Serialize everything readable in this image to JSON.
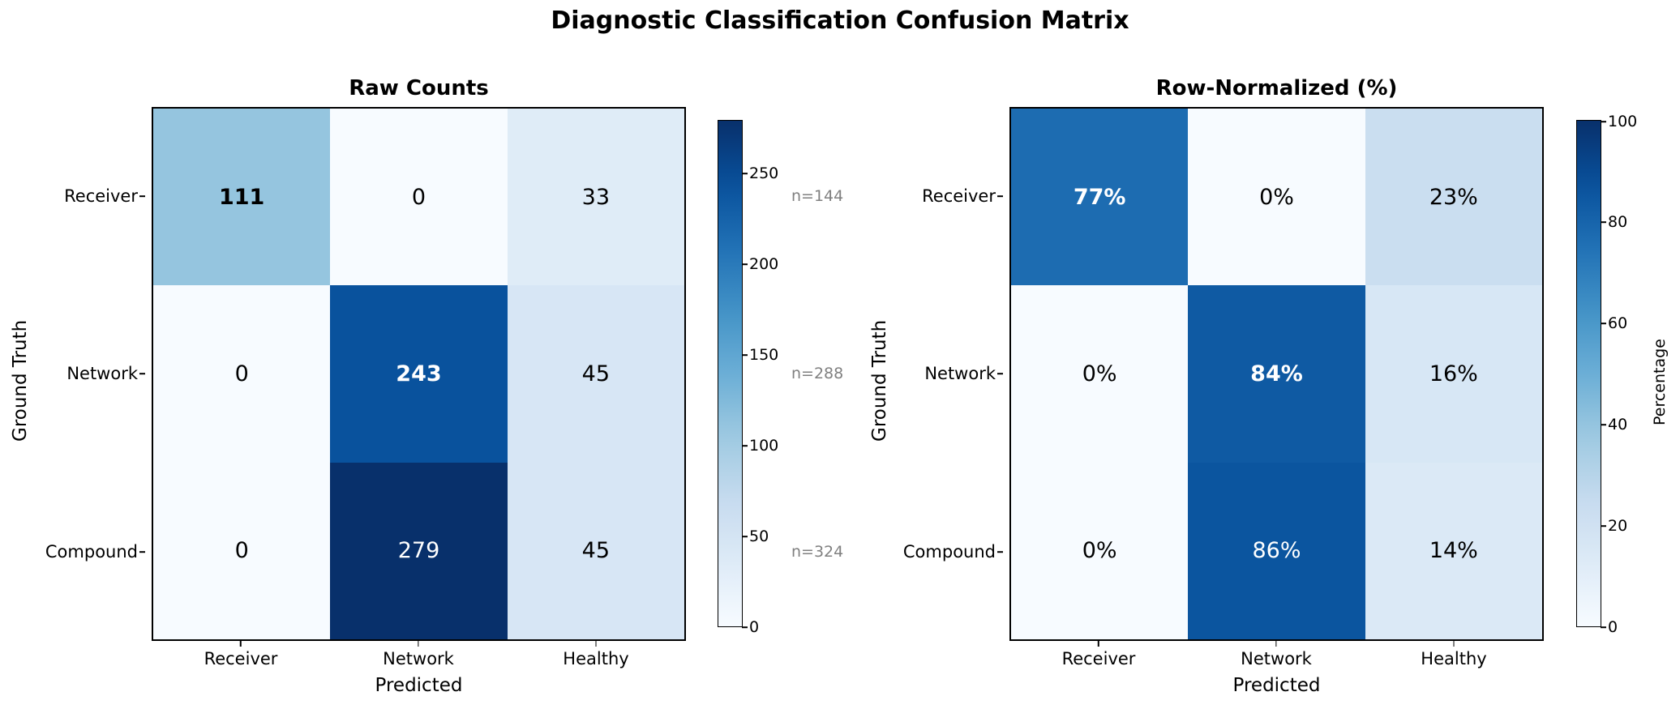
{
  "figure": {
    "suptitle": "Diagnostic Classification Confusion Matrix"
  },
  "chart_data": [
    {
      "type": "heatmap",
      "title": "Raw Counts",
      "xlabel": "Predicted",
      "ylabel": "Ground Truth",
      "x_categories": [
        "Receiver",
        "Network",
        "Healthy"
      ],
      "y_categories": [
        "Receiver",
        "Network",
        "Compound"
      ],
      "values": [
        [
          111,
          0,
          33
        ],
        [
          0,
          243,
          45
        ],
        [
          0,
          279,
          45
        ]
      ],
      "cell_text": [
        [
          "111",
          "0",
          "33"
        ],
        [
          "0",
          "243",
          "45"
        ],
        [
          "0",
          "279",
          "45"
        ]
      ],
      "cell_fill": [
        [
          "#8fbfdf",
          "#f5f9fe",
          "#dfeaf6"
        ],
        [
          "#f7fbff",
          "#09539d",
          "#d9e7f5"
        ],
        [
          "#f7fbff",
          "#0b306e",
          "#d9e7f5"
        ]
      ],
      "cell_color": [
        [
          "#000000",
          "#000000",
          "#000000"
        ],
        [
          "#000000",
          "#ffffff",
          "#000000"
        ],
        [
          "#000000",
          "#ffffff",
          "#000000"
        ]
      ],
      "diagonal_bold": [
        true,
        true,
        false
      ],
      "colorbar": {
        "ticks": [
          "0",
          "50",
          "100",
          "150",
          "200",
          "250"
        ],
        "tick_values": [
          0,
          50,
          100,
          150,
          200,
          250
        ],
        "vmin": 0,
        "vmax": 279,
        "label": ""
      },
      "row_totals": [
        "n=144",
        "n=288",
        "n=324"
      ],
      "grid": false
    },
    {
      "type": "heatmap",
      "title": "Row-Normalized (%)",
      "xlabel": "Predicted",
      "ylabel": "Ground Truth",
      "x_categories": [
        "Receiver",
        "Network",
        "Healthy"
      ],
      "y_categories": [
        "Receiver",
        "Network",
        "Compound"
      ],
      "values": [
        [
          77,
          0,
          23
        ],
        [
          0,
          84,
          16
        ],
        [
          0,
          86,
          14
        ]
      ],
      "cell_text": [
        [
          "77%",
          "0%",
          "23%"
        ],
        [
          "0%",
          "84%",
          "16%"
        ],
        [
          "0%",
          "86%",
          "14%"
        ]
      ],
      "cell_fill": [
        [
          "#2372b6",
          "#f6fafe",
          "#cddfF1"
        ],
        [
          "#f7fbff",
          "#09539d",
          "#d9e7f5"
        ],
        [
          "#f7fbff",
          "#084f97",
          "#dcE9f6"
        ]
      ],
      "cell_color": [
        [
          "#ffffff",
          "#000000",
          "#000000"
        ],
        [
          "#000000",
          "#ffffff",
          "#000000"
        ],
        [
          "#000000",
          "#ffffff",
          "#000000"
        ]
      ],
      "diagonal_bold": [
        true,
        true,
        false
      ],
      "colorbar": {
        "ticks": [
          "0",
          "20",
          "40",
          "60",
          "80",
          "100"
        ],
        "tick_values": [
          0,
          20,
          40,
          60,
          80,
          100
        ],
        "vmin": 0,
        "vmax": 100,
        "label": "Percentage"
      },
      "grid": false
    }
  ],
  "colors": {
    "colormap": "Blues",
    "cmap_low": "#f7fbff",
    "cmap_high": "#08306b",
    "annotation_gray": "#808080",
    "axis_black": "#000000"
  }
}
